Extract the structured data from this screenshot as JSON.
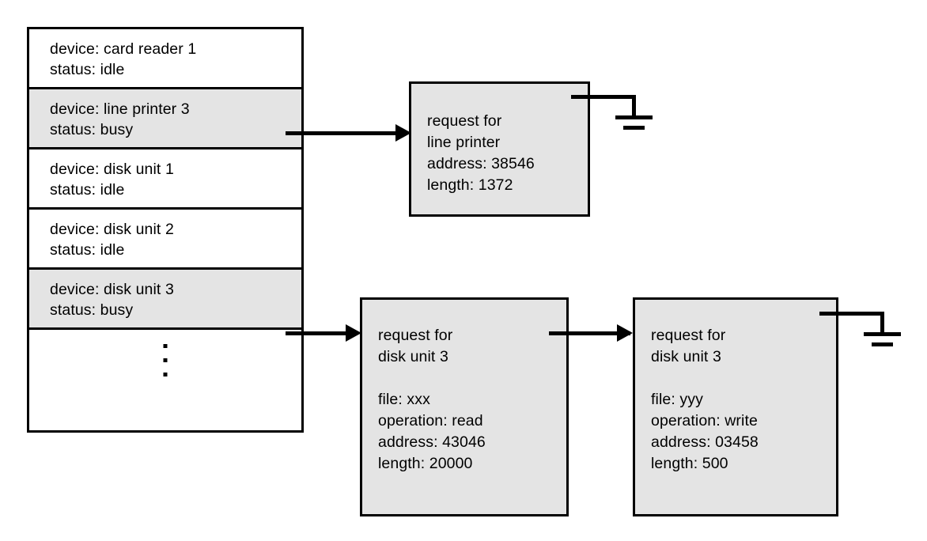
{
  "diagram": {
    "device_table": {
      "rows": [
        {
          "device": "device: card reader 1",
          "status": "status: idle",
          "busy": false
        },
        {
          "device": "device: line printer 3",
          "status": "status: busy",
          "busy": true
        },
        {
          "device": "device: disk unit 1",
          "status": "status: idle",
          "busy": false
        },
        {
          "device": "device: disk unit 2",
          "status": "status: idle",
          "busy": false
        },
        {
          "device": "device: disk unit 3",
          "status": "status: busy",
          "busy": true
        }
      ],
      "continuation": "vertical-ellipsis"
    },
    "request_boxes": {
      "line_printer": {
        "title_line1": "request for",
        "title_line2": "line printer",
        "address": "address: 38546",
        "length": "length: 1372"
      },
      "disk_read": {
        "title_line1": "request for",
        "title_line2": "disk unit 3",
        "file": "file: xxx",
        "operation": "operation: read",
        "address": "address: 43046",
        "length": "length: 20000"
      },
      "disk_write": {
        "title_line1": "request for",
        "title_line2": "disk unit 3",
        "file": "file: yyy",
        "operation": "operation: write",
        "address": "address: 03458",
        "length": "length: 500"
      }
    },
    "colors": {
      "shaded_fill": "#e4e4e4",
      "stroke": "#000000",
      "background": "#ffffff"
    }
  }
}
